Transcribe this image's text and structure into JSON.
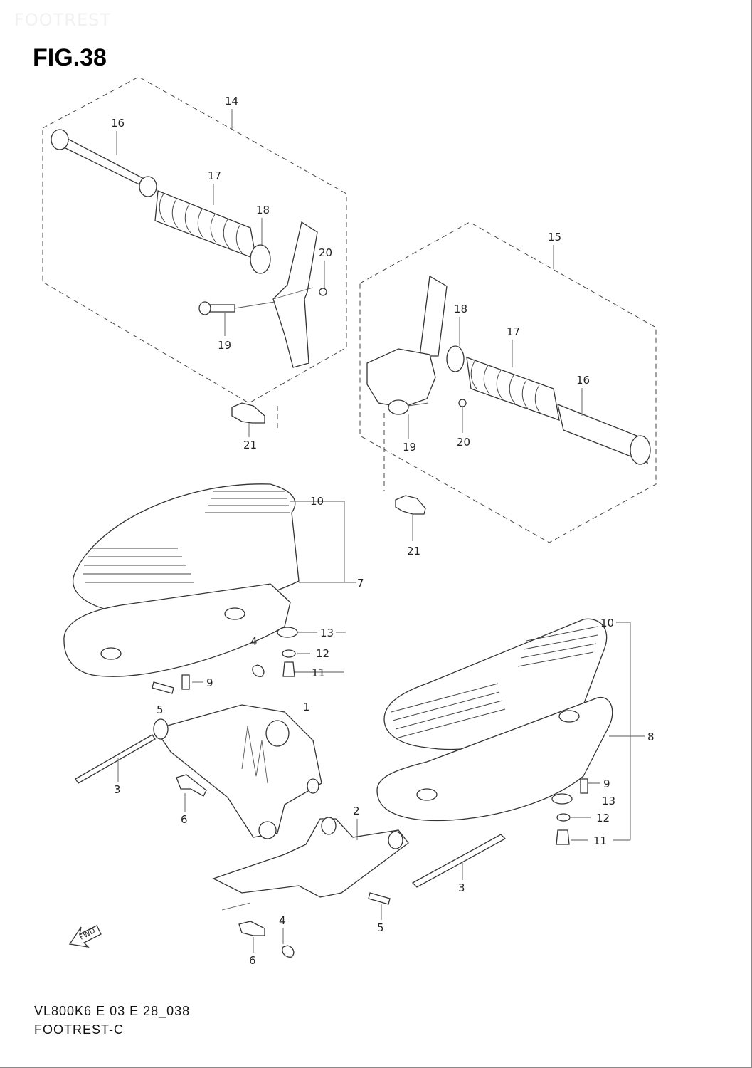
{
  "watermark": "FOOTREST",
  "figure_title": "FIG.38",
  "footer": {
    "code": "VL800K6 E 03 E 28_038",
    "name": "FOOTREST-C"
  },
  "direction_label": "FWD",
  "callouts": {
    "c14": "14",
    "c16a": "16",
    "c17a": "17",
    "c18a": "18",
    "c20a": "20",
    "c19a": "19",
    "c21a": "21",
    "c15": "15",
    "c18b": "18",
    "c17b": "17",
    "c16b": "16",
    "c19b": "19",
    "c20b": "20",
    "c21b": "21",
    "c10a": "10",
    "c7": "7",
    "c13a": "13",
    "c4a": "4",
    "c12a": "12",
    "c11a": "11",
    "c9a": "9",
    "c5a": "5",
    "c1": "1",
    "c3a": "3",
    "c6a": "6",
    "c10b": "10",
    "c8": "8",
    "c9b": "9",
    "c13b": "13",
    "c12b": "12",
    "c11b": "11",
    "c2": "2",
    "c3b": "3",
    "c4b": "4",
    "c5b": "5",
    "c6b": "6"
  }
}
